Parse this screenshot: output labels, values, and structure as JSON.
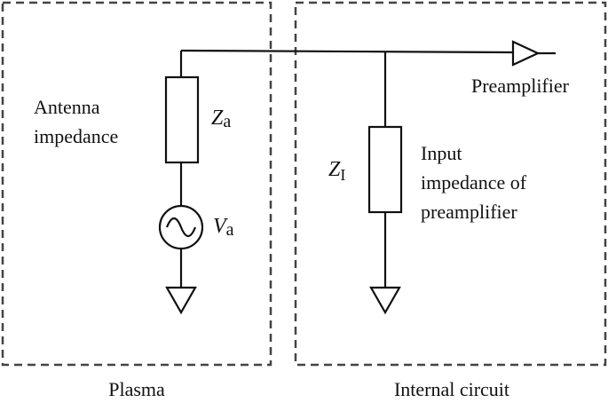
{
  "regions": {
    "left_caption": "Plasma",
    "right_caption": "Internal circuit"
  },
  "labels": {
    "antenna_impedance_line1": "Antenna",
    "antenna_impedance_line2": "impedance",
    "za_symbol": "Z",
    "za_subscript": "a",
    "va_symbol": "V",
    "va_subscript": "a",
    "zi_symbol": "Z",
    "zi_subscript": "I",
    "input_impedance_line1": "Input",
    "input_impedance_line2": "impedance of",
    "input_impedance_line3": "preamplifier",
    "preamplifier": "Preamplifier"
  }
}
